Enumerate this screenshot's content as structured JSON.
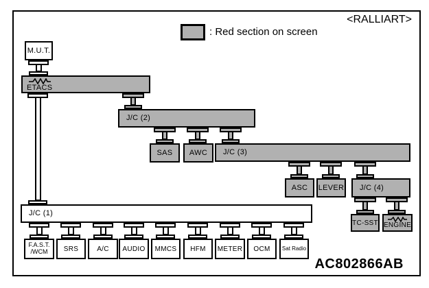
{
  "header": {
    "variant": "<RALLIART>"
  },
  "legend": {
    "text": ": Red section on screen"
  },
  "footer": {
    "code": "AC802866AB"
  },
  "colors": {
    "section_fill": "#b1b1b1",
    "line": "#000000"
  },
  "nodes": {
    "mut": "M.U.T.",
    "etacs": "ETACS",
    "jc1": "J/C (1)",
    "jc2": "J/C (2)",
    "jc3": "J/C (3)",
    "jc4": "J/C (4)",
    "sas": "SAS",
    "awc": "AWC",
    "asc": "ASC",
    "lever": "LEVER",
    "tcsst": "TC-SST",
    "engine": "ENGINE",
    "fast_line1": "F.A.S.T.",
    "fast_line2": "/WCM",
    "srs": "SRS",
    "ac": "A/C",
    "audio": "AUDIO",
    "mmcs": "MMCS",
    "hfm": "HFM",
    "meter": "METER",
    "ocm": "OCM",
    "sat_radio": "Sat Radio"
  }
}
